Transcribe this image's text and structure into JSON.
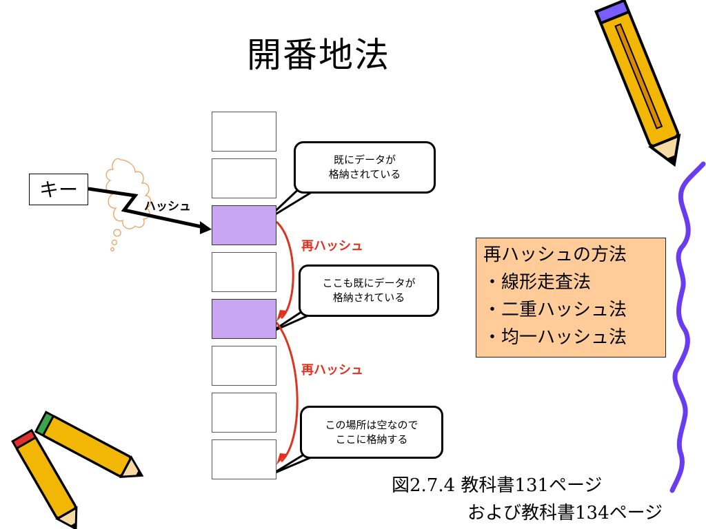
{
  "title": "開番地法",
  "key_label": "キー",
  "hash_label": "ハッシュ",
  "rehash_labels": [
    "再ハッシュ",
    "再ハッシュ"
  ],
  "callouts": [
    "既にデータが\n格納されている",
    "ここも既にデータが\n格納されている",
    "この場所は空なので\nここに格納する"
  ],
  "table_slots": [
    {
      "state": "empty"
    },
    {
      "state": "empty"
    },
    {
      "state": "occupied"
    },
    {
      "state": "empty"
    },
    {
      "state": "occupied"
    },
    {
      "state": "empty"
    },
    {
      "state": "empty"
    },
    {
      "state": "empty"
    }
  ],
  "methods_box": {
    "heading": "再ハッシュの方法",
    "items": [
      "・線形走査法",
      "・二重ハッシュ法",
      "・均一ハッシュ法"
    ]
  },
  "caption": {
    "line1": "図2.7.4   教科書131ページ",
    "line2": "および教科書134ページ"
  },
  "colors": {
    "occupied_slot": "#c9a6f2",
    "rehash_arrow": "#e0301e",
    "methods_box": "#ffcc99",
    "squiggle": "#6a3cf0",
    "pencil_body": "#f2b705"
  },
  "icons": [
    "pencil-icon",
    "pencil-icon",
    "pencil-icon",
    "thought-cloud-icon"
  ]
}
